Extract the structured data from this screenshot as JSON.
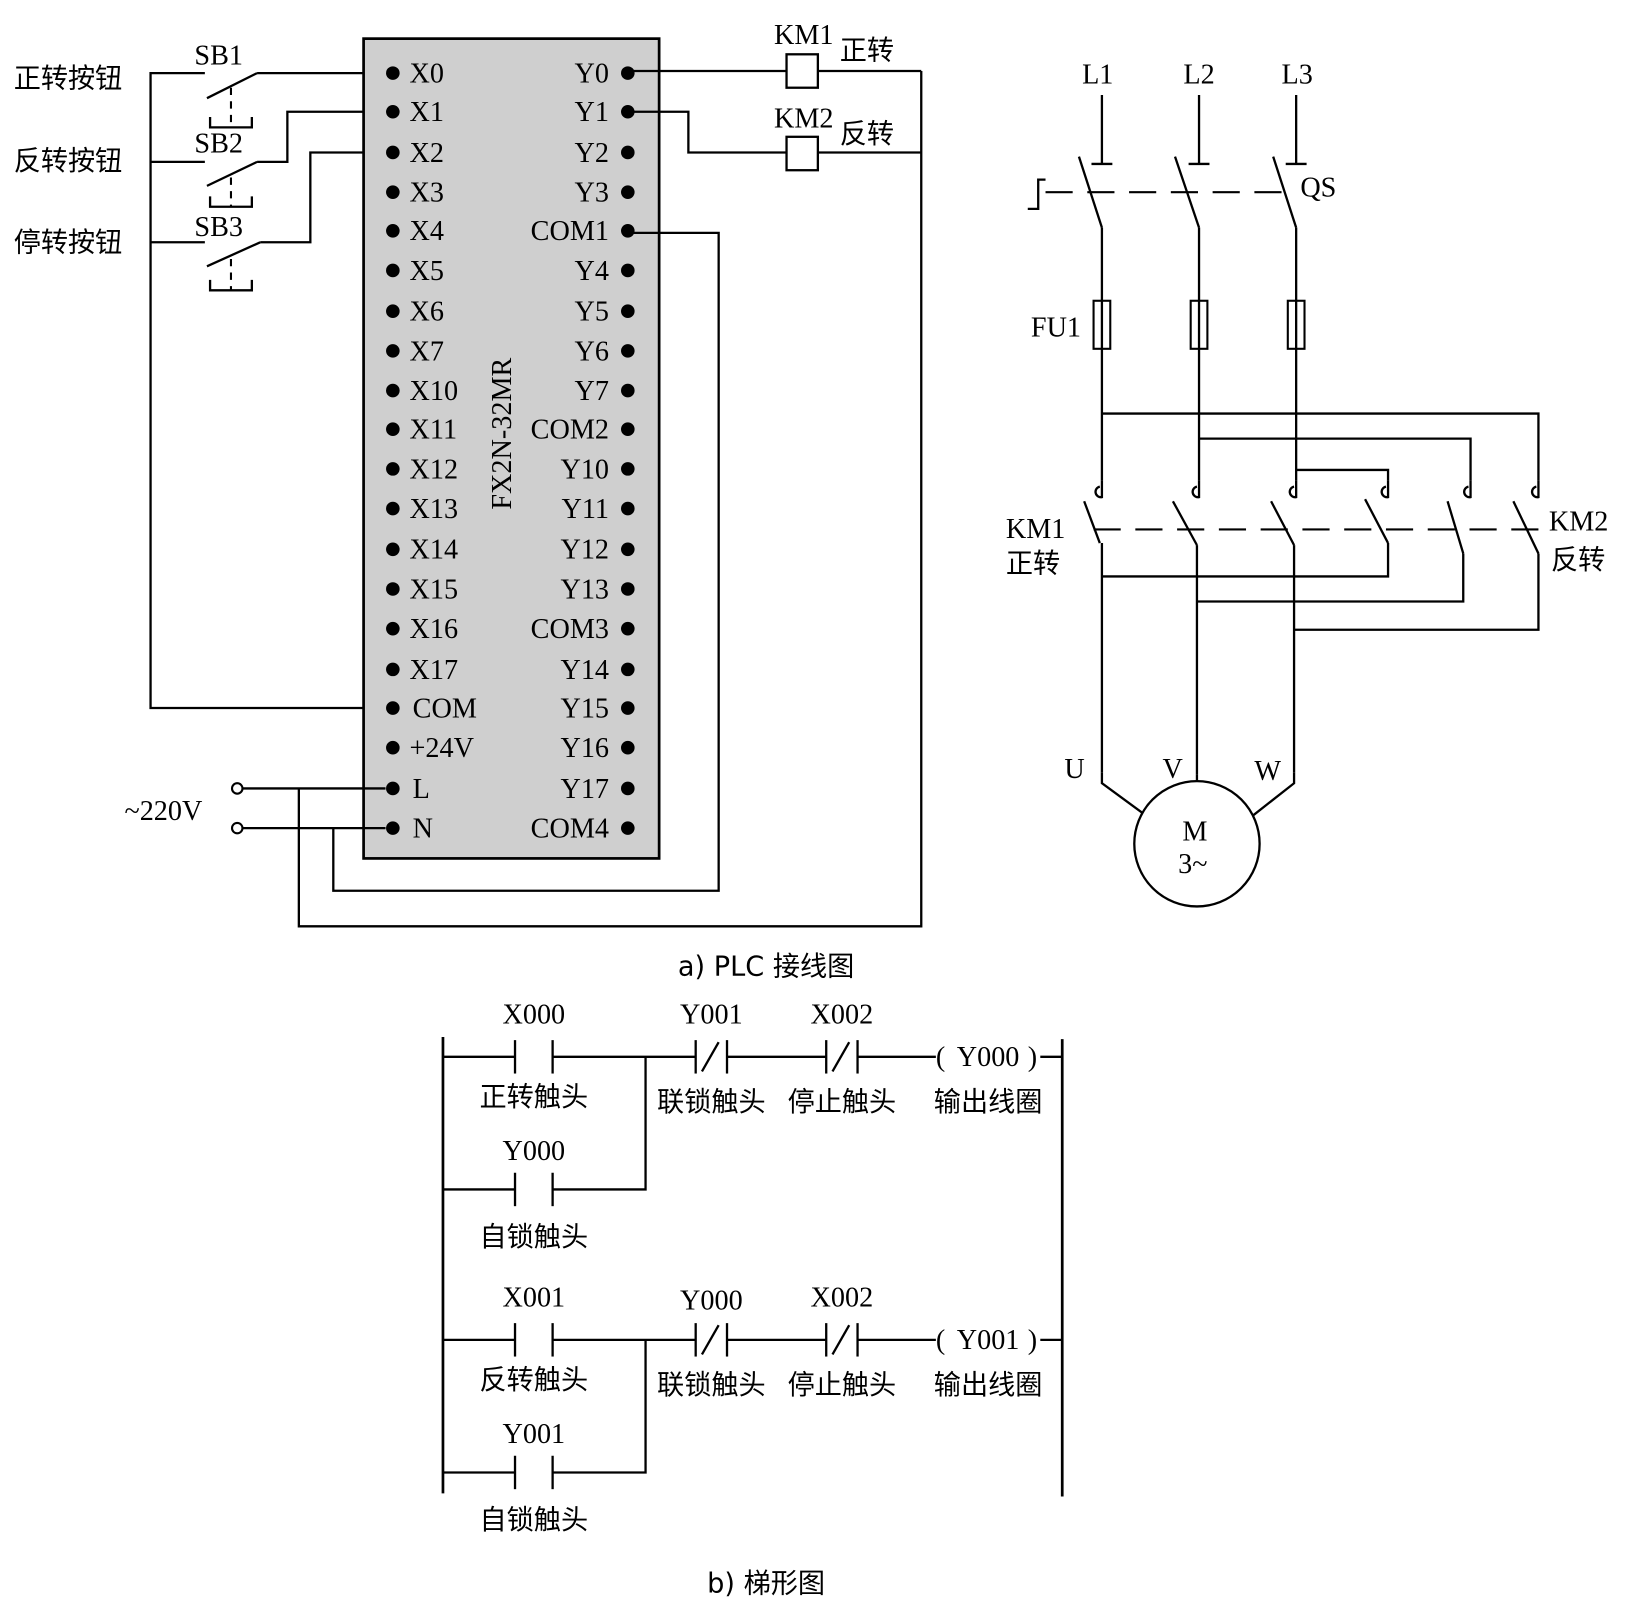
{
  "wiring": {
    "caption": "a) PLC 接线图",
    "buttons": [
      {
        "id": "SB1",
        "label": "正转按钮",
        "input": "X0"
      },
      {
        "id": "SB2",
        "label": "反转按钮",
        "input": "X1"
      },
      {
        "id": "SB3",
        "label": "停转按钮",
        "input": "X2"
      }
    ],
    "plc": {
      "model": "FX2N-32MR",
      "inputs": [
        "X0",
        "X1",
        "X2",
        "X3",
        "X4",
        "X5",
        "X6",
        "X7",
        "X10",
        "X11",
        "X12",
        "X13",
        "X14",
        "X15",
        "X16",
        "X17",
        "COM",
        "+24V",
        "L",
        "N"
      ],
      "outputs": [
        "Y0",
        "Y1",
        "Y2",
        "Y3",
        "COM1",
        "Y4",
        "Y5",
        "Y6",
        "Y7",
        "COM2",
        "Y10",
        "Y11",
        "Y12",
        "Y13",
        "COM3",
        "Y14",
        "Y15",
        "Y16",
        "Y17",
        "COM4"
      ]
    },
    "supply": "~220V",
    "coils": [
      {
        "id": "KM1",
        "label": "正转",
        "output": "Y0"
      },
      {
        "id": "KM2",
        "label": "反转",
        "output": "Y1"
      }
    ],
    "main_circuit": {
      "phases": [
        "L1",
        "L2",
        "L3"
      ],
      "switch": "QS",
      "fuse": "FU1",
      "contactor_fwd": {
        "id": "KM1",
        "label": "正转"
      },
      "contactor_rev": {
        "id": "KM2",
        "label": "反转"
      },
      "motor_terminals": [
        "U",
        "V",
        "W"
      ],
      "motor_label": "M",
      "motor_sub": "3~"
    }
  },
  "ladder": {
    "caption": "b)  梯形图",
    "rungs": [
      {
        "start": {
          "addr": "X000",
          "desc": "正转触头"
        },
        "seal": {
          "addr": "Y000",
          "desc": "自锁触头"
        },
        "interlock": {
          "addr": "Y001",
          "desc": "联锁触头"
        },
        "stop": {
          "addr": "X002",
          "desc": "停止触头"
        },
        "coil": {
          "addr": "Y000",
          "desc": "输出线圈"
        }
      },
      {
        "start": {
          "addr": "X001",
          "desc": "反转触头"
        },
        "seal": {
          "addr": "Y001",
          "desc": "自锁触头"
        },
        "interlock": {
          "addr": "Y000",
          "desc": "联锁触头"
        },
        "stop": {
          "addr": "X002",
          "desc": "停止触头"
        },
        "coil": {
          "addr": "Y001",
          "desc": "输出线圈"
        }
      }
    ]
  }
}
